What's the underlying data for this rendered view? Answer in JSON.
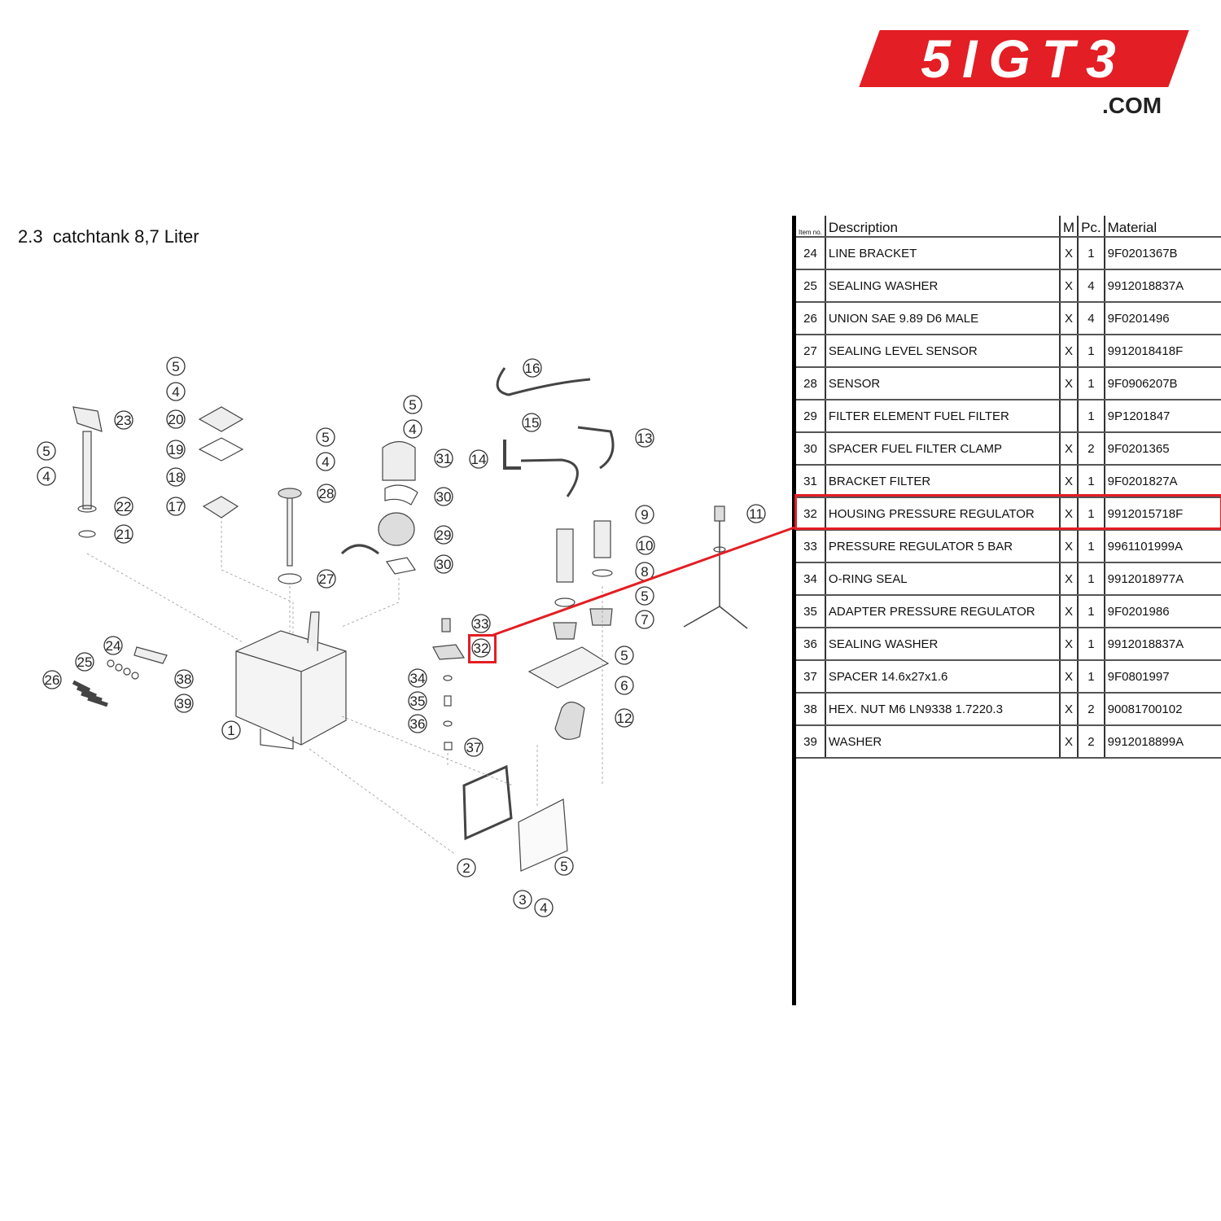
{
  "logo": {
    "text": "5IGT3",
    "suffix": ".COM",
    "color": "#e31e24"
  },
  "section": {
    "number": "2.3",
    "title": "catchtank 8,7 Liter"
  },
  "table": {
    "headers": {
      "item": "Item no.",
      "description": "Description",
      "m": "M",
      "pc": "Pc.",
      "material": "Material"
    },
    "rows": [
      {
        "item": "24",
        "description": "LINE BRACKET",
        "m": "X",
        "pc": "1",
        "material": "9F0201367B"
      },
      {
        "item": "25",
        "description": "SEALING WASHER",
        "m": "X",
        "pc": "4",
        "material": "9912018837A"
      },
      {
        "item": "26",
        "description": "UNION SAE 9.89 D6 MALE",
        "m": "X",
        "pc": "4",
        "material": "9F0201496"
      },
      {
        "item": "27",
        "description": "SEALING LEVEL SENSOR",
        "m": "X",
        "pc": "1",
        "material": "9912018418F"
      },
      {
        "item": "28",
        "description": "SENSOR",
        "m": "X",
        "pc": "1",
        "material": "9F0906207B"
      },
      {
        "item": "29",
        "description": "FILTER ELEMENT FUEL FILTER",
        "m": "",
        "pc": "1",
        "material": "9P1201847"
      },
      {
        "item": "30",
        "description": "SPACER FUEL FILTER CLAMP",
        "m": "X",
        "pc": "2",
        "material": "9F0201365"
      },
      {
        "item": "31",
        "description": "BRACKET FILTER",
        "m": "X",
        "pc": "1",
        "material": "9F0201827A"
      },
      {
        "item": "32",
        "description": "HOUSING PRESSURE REGULATOR",
        "m": "X",
        "pc": "1",
        "material": "9912015718F"
      },
      {
        "item": "33",
        "description": "PRESSURE REGULATOR 5 BAR",
        "m": "X",
        "pc": "1",
        "material": "9961101999A"
      },
      {
        "item": "34",
        "description": "O-RING SEAL",
        "m": "X",
        "pc": "1",
        "material": "9912018977A"
      },
      {
        "item": "35",
        "description": "ADAPTER PRESSURE REGULATOR",
        "m": "X",
        "pc": "1",
        "material": "9F0201986"
      },
      {
        "item": "36",
        "description": "SEALING WASHER",
        "m": "X",
        "pc": "1",
        "material": "9912018837A"
      },
      {
        "item": "37",
        "description": "SPACER 14.6x27x1.6",
        "m": "X",
        "pc": "1",
        "material": "9F0801997"
      },
      {
        "item": "38",
        "description": "HEX. NUT M6 LN9338 1.7220.3",
        "m": "X",
        "pc": "2",
        "material": "90081700102"
      },
      {
        "item": "39",
        "description": "WASHER",
        "m": "X",
        "pc": "2",
        "material": "9912018899A"
      }
    ],
    "highlighted_item": "32",
    "highlight_color": "#e31e24"
  },
  "diagram": {
    "callouts": [
      "16",
      "15",
      "13",
      "14",
      "9",
      "10",
      "8",
      "5",
      "7",
      "5",
      "6",
      "12",
      "11",
      "5",
      "4",
      "20",
      "19",
      "18",
      "17",
      "23",
      "5",
      "4",
      "22",
      "21",
      "5",
      "4",
      "28",
      "27",
      "5",
      "4",
      "31",
      "30",
      "29",
      "30",
      "33",
      "32",
      "34",
      "35",
      "36",
      "37",
      "24",
      "25",
      "26",
      "38",
      "39",
      "1",
      "2",
      "5",
      "3",
      "4"
    ]
  }
}
